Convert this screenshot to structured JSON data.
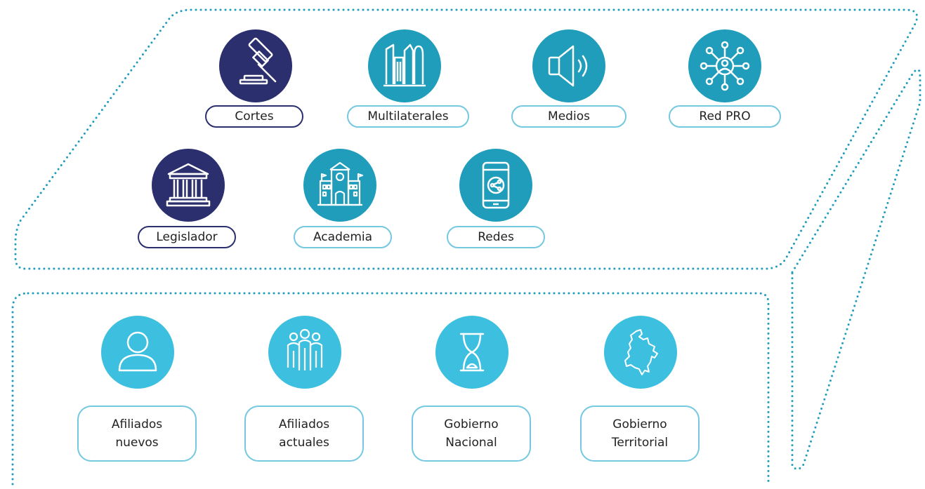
{
  "colors": {
    "navy": "#2b2f6e",
    "teal": "#1f9dbb",
    "light_blue": "#3dbfe0",
    "border": "#74c8e0",
    "dotted_line": "#1f9dbb"
  },
  "top_group": {
    "items": [
      {
        "label": "Cortes",
        "icon": "gavel-icon",
        "color": "navy"
      },
      {
        "label": "Multilaterales",
        "icon": "buildings-icon",
        "color": "teal"
      },
      {
        "label": "Medios",
        "icon": "speaker-icon",
        "color": "teal"
      },
      {
        "label": "Red PRO",
        "icon": "network-icon",
        "color": "teal"
      },
      {
        "label": "Legislador",
        "icon": "courthouse-icon",
        "color": "navy"
      },
      {
        "label": "Academia",
        "icon": "university-icon",
        "color": "teal"
      },
      {
        "label": "Redes",
        "icon": "smartphone-share-icon",
        "color": "teal"
      }
    ]
  },
  "bottom_group": {
    "items": [
      {
        "line1": "Afiliados",
        "line2": "nuevos",
        "icon": "person-icon",
        "color": "light_blue"
      },
      {
        "line1": "Afiliados",
        "line2": "actuales",
        "icon": "group-icon",
        "color": "light_blue"
      },
      {
        "line1": "Gobierno",
        "line2": "Nacional",
        "icon": "hourglass-icon",
        "color": "light_blue"
      },
      {
        "line1": "Gobierno",
        "line2": "Territorial",
        "icon": "colombia-map-icon",
        "color": "light_blue"
      }
    ]
  }
}
